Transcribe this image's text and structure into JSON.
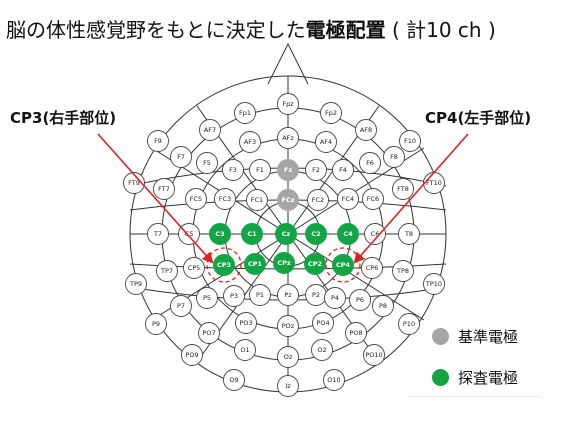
{
  "title": {
    "prefix": "脳の体性感覚野をもとに決定した",
    "emph": "電極配置",
    "suffix": " ( 計10 ch )"
  },
  "annotations": {
    "left": "CP3(右手部位)",
    "right": "CP4(左手部位)"
  },
  "legend": [
    {
      "label": "基準電極",
      "color": "#a6a6a6"
    },
    {
      "label": "探査電極",
      "color": "#12a544"
    }
  ],
  "colors": {
    "reference": "#a6a6a6",
    "exploring": "#12a544",
    "arrow": "#e02020",
    "line": "#333333"
  },
  "electrodes": [
    "Fpz",
    "Fp1",
    "Fp2",
    "AF7",
    "AF3",
    "AFz",
    "AF4",
    "AF8",
    "F9",
    "F7",
    "F5",
    "F3",
    "F1",
    "Fz",
    "F2",
    "F4",
    "F6",
    "F8",
    "F10",
    "FT9",
    "FT7",
    "FC5",
    "FC3",
    "FC1",
    "FCz",
    "FC2",
    "FC4",
    "FC6",
    "FT8",
    "FT10",
    "T7",
    "C5",
    "C3",
    "C1",
    "Cz",
    "C2",
    "C4",
    "C6",
    "T8",
    "TP9",
    "TP7",
    "CP5",
    "CP3",
    "CP1",
    "CPz",
    "CP2",
    "CP4",
    "CP6",
    "TP8",
    "TP10",
    "P9",
    "P7",
    "P5",
    "P3",
    "P1",
    "Pz",
    "P2",
    "P4",
    "P6",
    "P8",
    "P10",
    "PO9",
    "PO7",
    "PO3",
    "POz",
    "PO4",
    "PO8",
    "PO10",
    "O9",
    "O1",
    "Oz",
    "O2",
    "O10",
    "Iz"
  ],
  "reference_electrodes": [
    "Fz",
    "FCz"
  ],
  "exploring_electrodes": [
    "C3",
    "C1",
    "Cz",
    "C2",
    "C4",
    "CP3",
    "CP1",
    "CPz",
    "CP2",
    "CP4"
  ],
  "highlighted_electrodes": [
    "CP3",
    "CP4"
  ]
}
